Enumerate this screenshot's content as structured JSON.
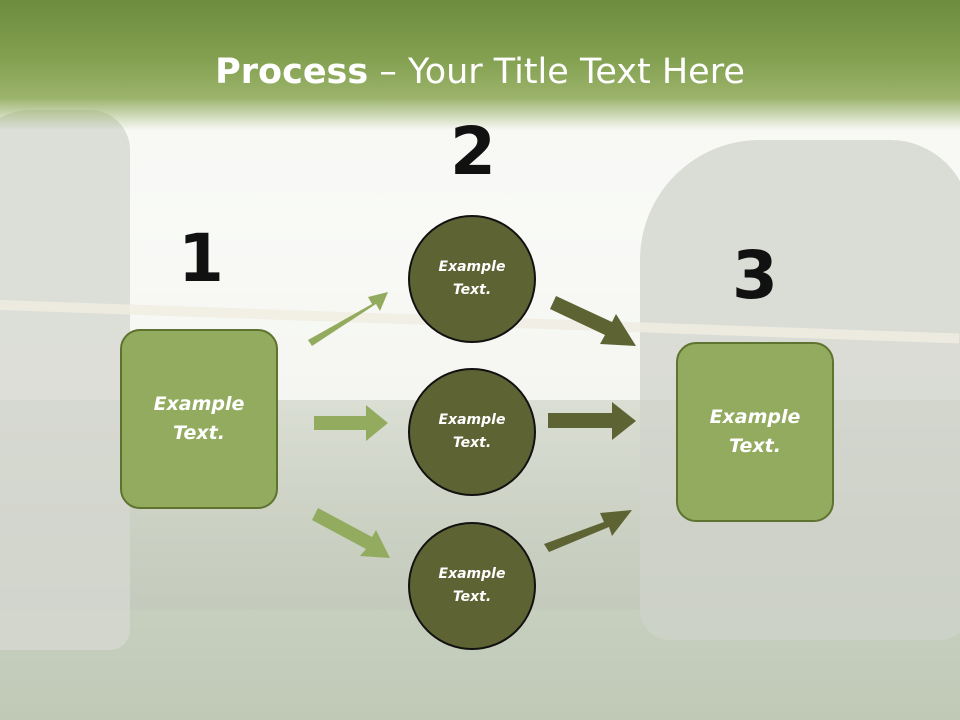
{
  "title": {
    "bold": "Process",
    "rest": " – Your Title Text Here"
  },
  "steps": [
    {
      "number": "1",
      "label": "Example Text."
    },
    {
      "number": "2",
      "label": "Example Text."
    },
    {
      "number": "3",
      "label": "Example Text."
    }
  ],
  "circles": [
    {
      "label": "Example Text."
    },
    {
      "label": "Example Text."
    },
    {
      "label": "Example Text."
    }
  ],
  "colors": {
    "title_band": "#83a050",
    "box_fill": "#93ab5f",
    "circle_fill": "#5e6334",
    "arrow_light": "#93ab5f",
    "arrow_dark": "#5e6334"
  }
}
